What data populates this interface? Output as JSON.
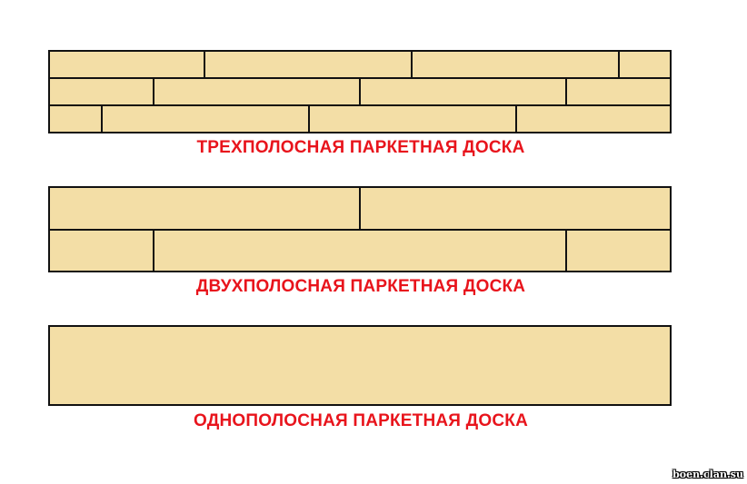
{
  "colors": {
    "plank": "#f3dea6",
    "line": "#111111",
    "caption": "#e8141c"
  },
  "boards": [
    {
      "caption": "ТРЕХПОЛОСНАЯ ПАРКЕТНАЯ ДОСКА",
      "rows": [
        [
          170,
          228,
          228,
          56
        ],
        [
          114,
          228,
          228,
          114
        ],
        [
          56,
          228,
          228,
          170
        ]
      ]
    },
    {
      "caption": "ДВУХПОЛОСНАЯ ПАРКЕТНАЯ ДОСКА",
      "rows": [
        [
          342,
          342
        ],
        [
          114,
          456,
          114
        ]
      ]
    },
    {
      "caption": "ОДНОПОЛОСНАЯ ПАРКЕТНАЯ ДОСКА",
      "rows": [
        [
          684
        ]
      ]
    }
  ],
  "watermark": "boen.clan.su"
}
